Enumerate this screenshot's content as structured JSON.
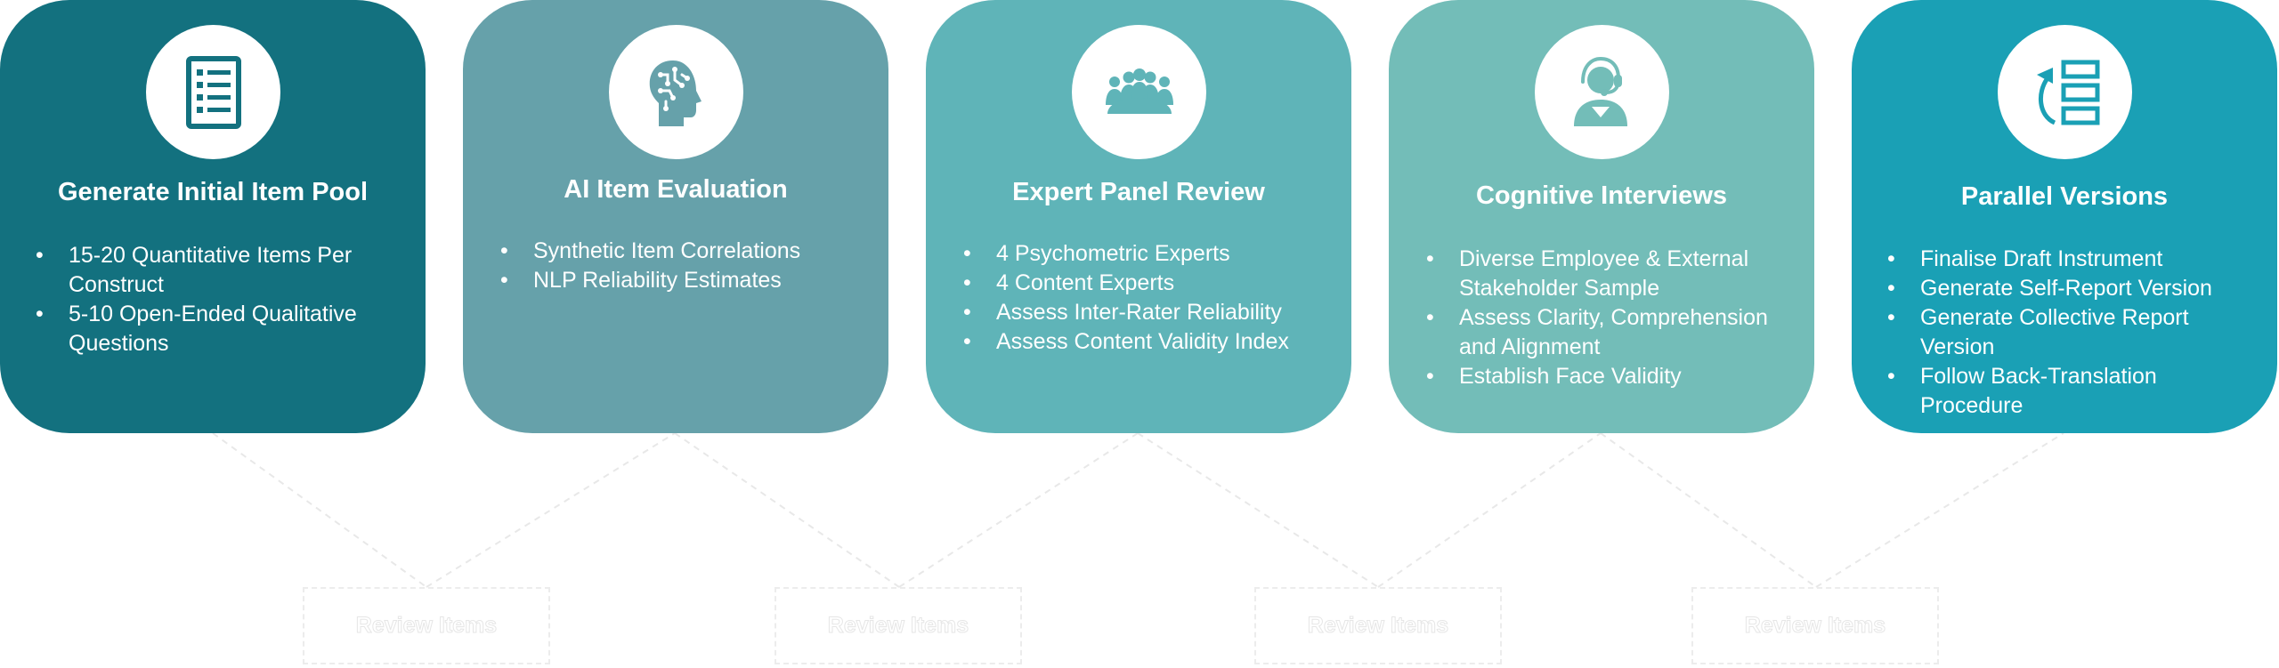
{
  "colors": {
    "card_1": "#13717f",
    "card_2": "#66a1aa",
    "card_3": "#5fb4b8",
    "card_4": "#73bdb8",
    "card_5": "#1aa0b5",
    "connector_line": "#e8e8e8"
  },
  "cards": [
    {
      "icon": "checklist-icon",
      "title": "Generate Initial Item Pool",
      "items": [
        "15-20 Quantitative Items Per Construct",
        "5-10 Open-Ended Qualitative Questions"
      ]
    },
    {
      "icon": "ai-head-icon",
      "title": "AI Item Evaluation",
      "items": [
        "Synthetic Item Correlations",
        "NLP Reliability Estimates"
      ]
    },
    {
      "icon": "panel-group-icon",
      "title": "Expert Panel Review",
      "items": [
        "4 Psychometric Experts",
        "4 Content Experts",
        "Assess Inter-Rater Reliability",
        "Assess Content Validity Index"
      ]
    },
    {
      "icon": "headset-person-icon",
      "title": "Cognitive Interviews",
      "items": [
        "Diverse Employee & External Stakeholder Sample",
        "Assess Clarity, Comprehension and Alignment",
        "Establish Face Validity"
      ]
    },
    {
      "icon": "refresh-list-icon",
      "title": "Parallel Versions",
      "items": [
        "Finalise Draft Instrument",
        "Generate Self-Report Version",
        "Generate Collective Report Version",
        "Follow Back-Translation Procedure"
      ]
    }
  ],
  "review_boxes": [
    {
      "label": "Review Items"
    },
    {
      "label": "Review Items"
    },
    {
      "label": "Review Items"
    },
    {
      "label": "Review Items"
    }
  ]
}
